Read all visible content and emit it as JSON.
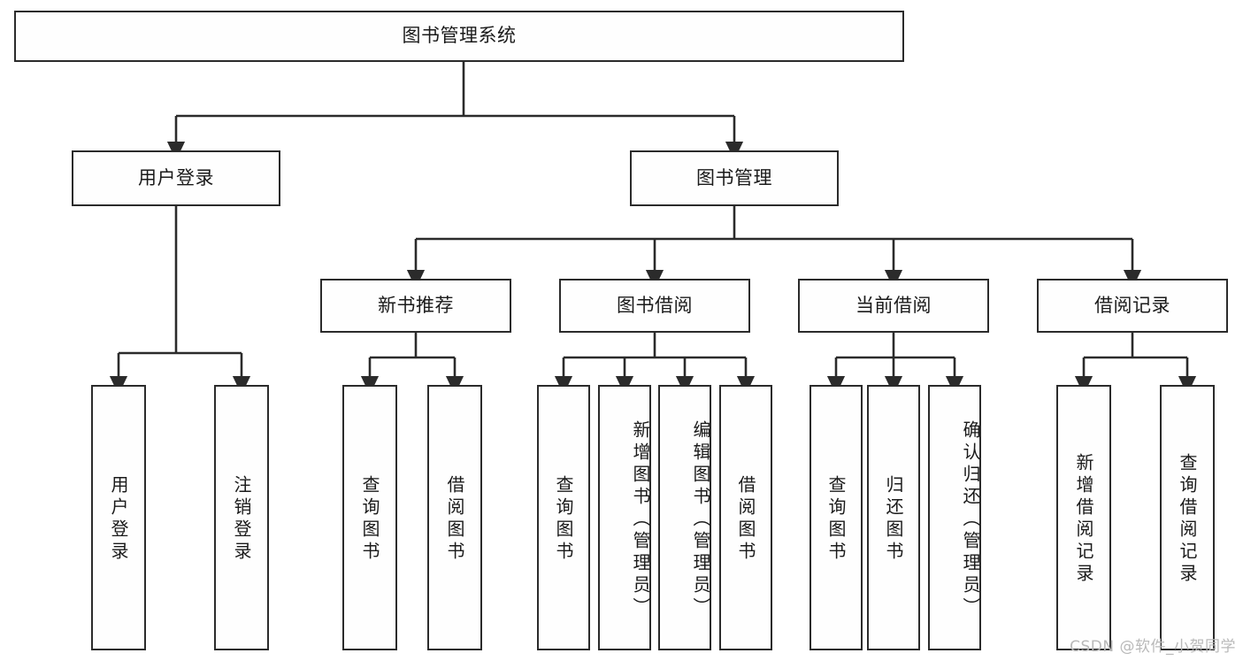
{
  "diagram": {
    "title": "图书管理系统",
    "type": "功能结构图",
    "root": {
      "label": "图书管理系统"
    },
    "level2": [
      {
        "label": "用户登录"
      },
      {
        "label": "图书管理"
      }
    ],
    "level3": [
      {
        "label": "新书推荐"
      },
      {
        "label": "图书借阅"
      },
      {
        "label": "当前借阅"
      },
      {
        "label": "借阅记录"
      }
    ],
    "leaves_user_login": [
      {
        "label": "用户登录"
      },
      {
        "label": "注销登录"
      }
    ],
    "leaves_new_book": [
      {
        "label": "查询图书"
      },
      {
        "label": "借阅图书"
      }
    ],
    "leaves_borrow": [
      {
        "label": "查询图书"
      },
      {
        "label": "新增图书（管理员）"
      },
      {
        "label": "编辑图书（管理员）"
      },
      {
        "label": "借阅图书"
      }
    ],
    "leaves_current": [
      {
        "label": "查询图书"
      },
      {
        "label": "归还图书"
      },
      {
        "label": "确认归还（管理员）"
      }
    ],
    "leaves_records": [
      {
        "label": "新增借阅记录"
      },
      {
        "label": "查询借阅记录"
      }
    ],
    "watermark": "CSDN @软件_小贺同学",
    "colors": {
      "stroke": "#2b2b2b",
      "fill": "#fefefe",
      "text": "#1a1a1a",
      "background": "#ffffff",
      "watermark": "#b9b9b9"
    }
  }
}
